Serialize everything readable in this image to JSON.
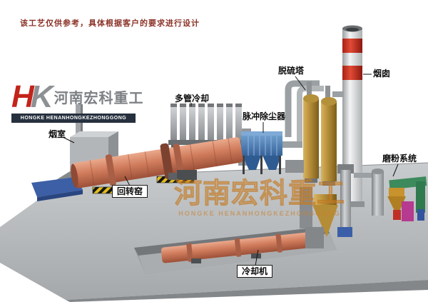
{
  "disclaimer": "该工艺仅供参考，具体根据客户的要求进行设计",
  "logo": {
    "mono_h": "H",
    "mono_k": "K",
    "company_cn": "河南宏科重工",
    "banner_en": "HONGKE HENANHONGKEZHONGGONG"
  },
  "watermark": {
    "cn": "河南宏科重工",
    "en": "HONGKE HENANHONGKEZHONGGONG"
  },
  "labels": {
    "smoke_chamber": "烟室",
    "multi_tube_cooler": "多管冷却",
    "pulse_dust_collector": "脉冲除尘器",
    "desulfurization_tower": "脱硫塔",
    "chimney": "烟囱",
    "grinding_system": "磨粉系统",
    "rotary_kiln": "回转窑",
    "cooling_machine": "冷却机"
  },
  "colors": {
    "kiln_shell": "#d07c5c",
    "dust_collector_blue": "#4a77ad",
    "tower_tan": "#b9913c",
    "chimney_band_red": "#c22a1c",
    "platform_gray": "#b2b5b7",
    "hazard_yellow": "#e3bd1f",
    "disclaimer_red": "#8b3226",
    "logo_red": "#c2241a",
    "watermark_orange": "#d6963c"
  }
}
